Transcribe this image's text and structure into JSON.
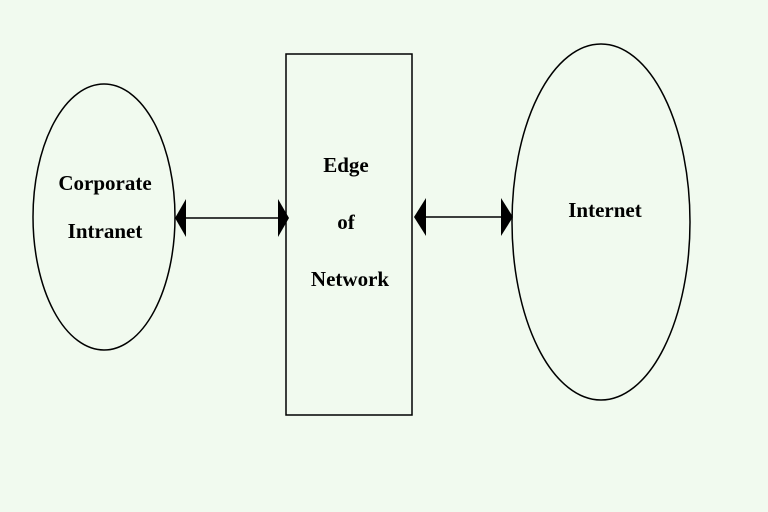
{
  "diagram": {
    "nodes": {
      "corporate_intranet": {
        "lines": [
          "Corporate",
          "Intranet"
        ]
      },
      "edge_of_network": {
        "lines": [
          "Edge",
          "of",
          "Network"
        ]
      },
      "internet": {
        "lines": [
          "Internet"
        ]
      }
    },
    "connectors": [
      {
        "from": "corporate_intranet",
        "to": "edge_of_network",
        "direction": "bidirectional"
      },
      {
        "from": "edge_of_network",
        "to": "internet",
        "direction": "bidirectional"
      }
    ],
    "colors": {
      "background": "#f1faef",
      "stroke": "#000000"
    }
  }
}
